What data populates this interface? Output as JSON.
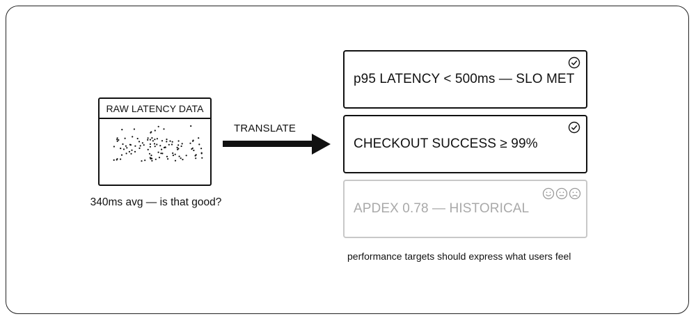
{
  "raw": {
    "title": "RAW LATENCY DATA",
    "caption": "340ms avg — is that good?"
  },
  "arrow": {
    "label": "TRANSLATE"
  },
  "targets": [
    {
      "text": "p95 LATENCY < 500ms — SLO MET",
      "icon": "check-circle-icon",
      "state": "active"
    },
    {
      "text": "CHECKOUT SUCCESS ≥ 99%",
      "icon": "check-circle-icon",
      "state": "active"
    },
    {
      "text": "APDEX 0.78 — HISTORICAL",
      "icon": "face-scale-icons",
      "state": "faded"
    }
  ],
  "footer": {
    "note": "performance targets should express what users feel"
  },
  "colors": {
    "ink": "#111111",
    "faded": "#a9a9a9",
    "faded_border": "#c8c8c8"
  }
}
